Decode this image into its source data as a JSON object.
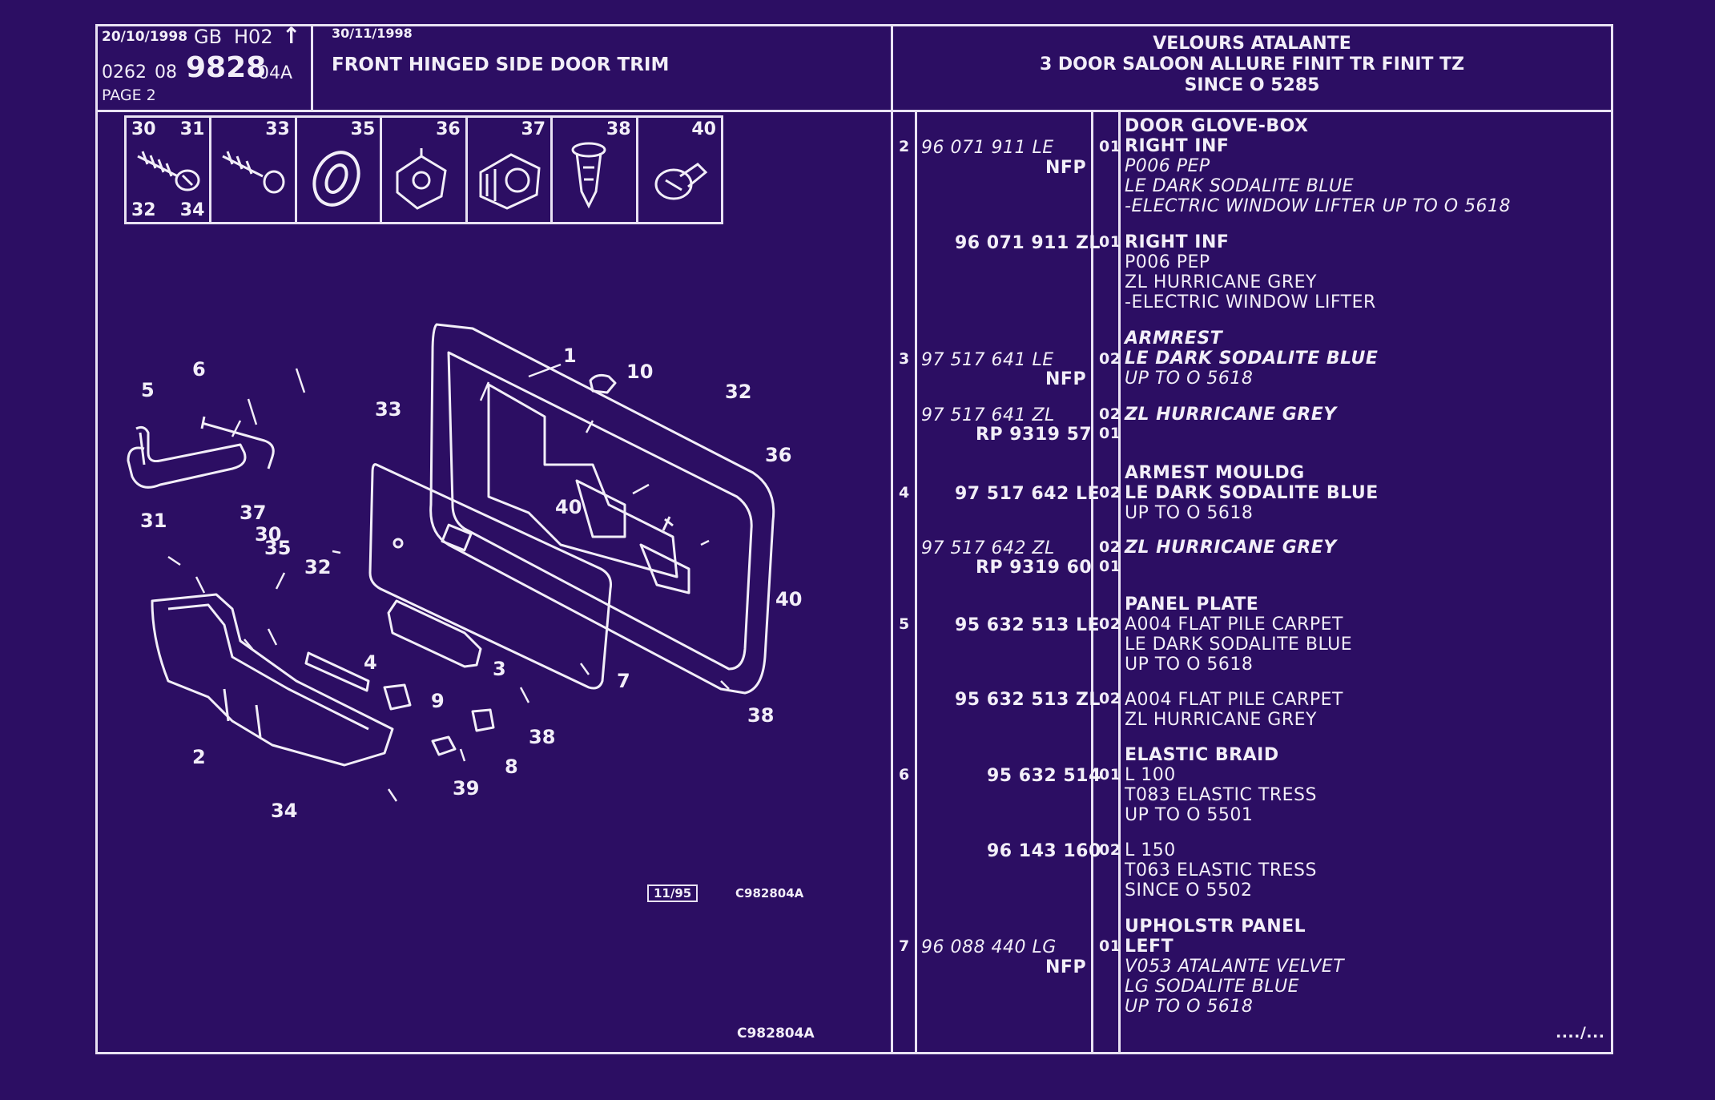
{
  "header": {
    "date_left": "20/10/1998",
    "gb": "GB",
    "code": "H02",
    "arrow": "↑",
    "ref_a": "0262",
    "ref_b": "08",
    "ref_main": "9828",
    "ref_c": "04A",
    "page": "PAGE 2",
    "date_mid": "30/11/1998",
    "title": "FRONT HINGED SIDE DOOR TRIM",
    "trim_name": "VELOURS ATALANTE",
    "model": "3 DOOR SALOON ALLURE FINIT  TR FINIT  TZ",
    "since": "SINCE O      5285"
  },
  "fasteners": {
    "cells": [
      {
        "labels": [
          "30",
          "31",
          "32",
          "34"
        ],
        "icon": "screw-icon"
      },
      {
        "labels": [
          "33"
        ],
        "icon": "screw-icon"
      },
      {
        "labels": [
          "35"
        ],
        "icon": "washer-icon"
      },
      {
        "labels": [
          "36"
        ],
        "icon": "clip-icon"
      },
      {
        "labels": [
          "37"
        ],
        "icon": "clip-icon"
      },
      {
        "labels": [
          "38"
        ],
        "icon": "rivet-icon"
      },
      {
        "labels": [
          "40"
        ],
        "icon": "push-clip-icon"
      }
    ]
  },
  "diagram": {
    "callouts": [
      "1",
      "2",
      "3",
      "4",
      "5",
      "6",
      "7",
      "8",
      "9",
      "10",
      "30",
      "31",
      "32",
      "32",
      "33",
      "34",
      "35",
      "36",
      "37",
      "38",
      "38",
      "39",
      "40",
      "40"
    ],
    "stamp_date": "11/95",
    "stamp_code": "C982804A",
    "footer_code": "C982804A"
  },
  "parts": [
    {
      "idx": "2",
      "part": "96 071 911 LE",
      "qty": "01",
      "section": "DOOR GLOVE-BOX",
      "lines": [
        "RIGHT INF",
        "P006 PEP",
        "LE DARK SODALITE BLUE",
        "-ELECTRIC WINDOW LIFTER UP TO O 5618"
      ],
      "nfp": "NFP"
    },
    {
      "idx": "",
      "part": "96 071 911 ZL",
      "qty": "01",
      "section": "",
      "lines": [
        "RIGHT INF",
        "P006 PEP",
        "ZL HURRICANE GREY",
        "-ELECTRIC WINDOW LIFTER"
      ],
      "nfp": ""
    },
    {
      "idx": "3",
      "part": "97 517 641 LE",
      "qty": "02",
      "section": "ARMREST",
      "lines": [
        "LE DARK SODALITE BLUE",
        "UP TO O 5618"
      ],
      "nfp": "NFP"
    },
    {
      "idx": "",
      "part": "97 517 641 ZL",
      "qty": "02",
      "section": "",
      "lines": [
        "ZL HURRICANE GREY"
      ],
      "nfp": "",
      "rp": "RP  9319 57",
      "rp_qty": "01"
    },
    {
      "idx": "4",
      "part": "97 517 642 LE",
      "qty": "02",
      "section": "ARMEST MOULDG",
      "lines": [
        "LE DARK SODALITE BLUE",
        "UP TO O 5618"
      ],
      "nfp": ""
    },
    {
      "idx": "",
      "part": "97 517 642 ZL",
      "qty": "02",
      "section": "",
      "lines": [
        "ZL HURRICANE GREY"
      ],
      "nfp": "",
      "rp": "RP  9319 60",
      "rp_qty": "01"
    },
    {
      "idx": "5",
      "part": "95 632 513 LE",
      "qty": "02",
      "section": "PANEL PLATE",
      "lines": [
        "A004 FLAT PILE CARPET",
        "LE DARK SODALITE BLUE",
        "UP TO O 5618"
      ],
      "nfp": ""
    },
    {
      "idx": "",
      "part": "95 632 513 ZL",
      "qty": "02",
      "section": "",
      "lines": [
        "A004 FLAT PILE CARPET",
        "ZL HURRICANE GREY"
      ],
      "nfp": ""
    },
    {
      "idx": "6",
      "part": "95 632 514",
      "qty": "01",
      "section": "ELASTIC BRAID",
      "lines": [
        "L 100",
        "T083 ELASTIC TRESS",
        "UP TO O 5501"
      ],
      "nfp": ""
    },
    {
      "idx": "",
      "part": "96 143 160",
      "qty": "02",
      "section": "",
      "lines": [
        "L 150",
        "T063 ELASTIC TRESS",
        "SINCE O 5502"
      ],
      "nfp": ""
    },
    {
      "idx": "7",
      "part": "96 088 440 LG",
      "qty": "01",
      "section": "UPHOLSTR PANEL",
      "lines": [
        "LEFT",
        "V053 ATALANTE VELVET",
        "LG SODALITE BLUE",
        "UP TO O 5618"
      ],
      "nfp": "NFP"
    }
  ],
  "continuation": "..../...",
  "colors": {
    "background": "#2c0e63",
    "ink": "#f2eef8"
  }
}
